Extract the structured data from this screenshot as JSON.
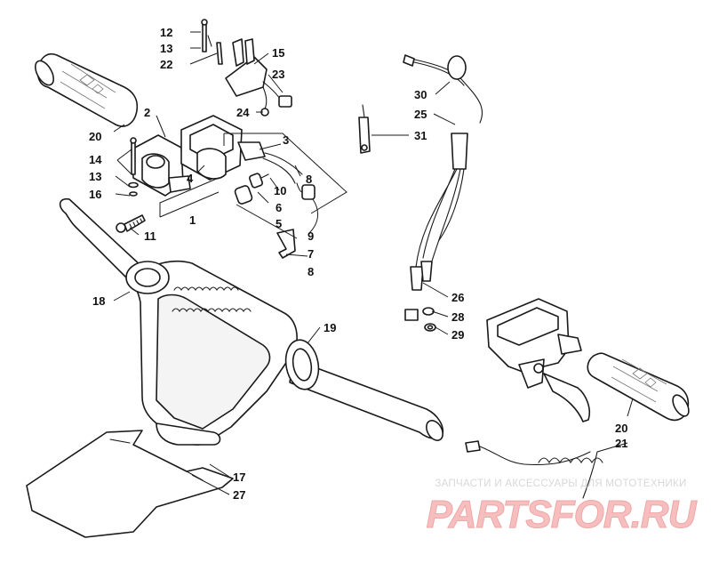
{
  "callouts": {
    "c1": "1",
    "c2": "2",
    "c3": "3",
    "c4": "4",
    "c5": "5",
    "c6": "6",
    "c7": "7",
    "c8a": "8",
    "c8b": "8",
    "c9": "9",
    "c10": "10",
    "c11": "11",
    "c12": "12",
    "c13a": "13",
    "c13b": "13",
    "c14": "14",
    "c15": "15",
    "c16": "16",
    "c17": "17",
    "c18": "18",
    "c19": "19",
    "c20a": "20",
    "c20b": "20",
    "c21": "21",
    "c22": "22",
    "c23": "23",
    "c24": "24",
    "c25": "25",
    "c26": "26",
    "c27": "27",
    "c28": "28",
    "c29": "29",
    "c30": "30",
    "c31": "31"
  },
  "watermark": {
    "caption": "ЗАПЧАСТИ И АКСЕССУАРЫ ДЛЯ МОТОТЕХНИКИ",
    "logo": "PARTSFOR.RU"
  }
}
